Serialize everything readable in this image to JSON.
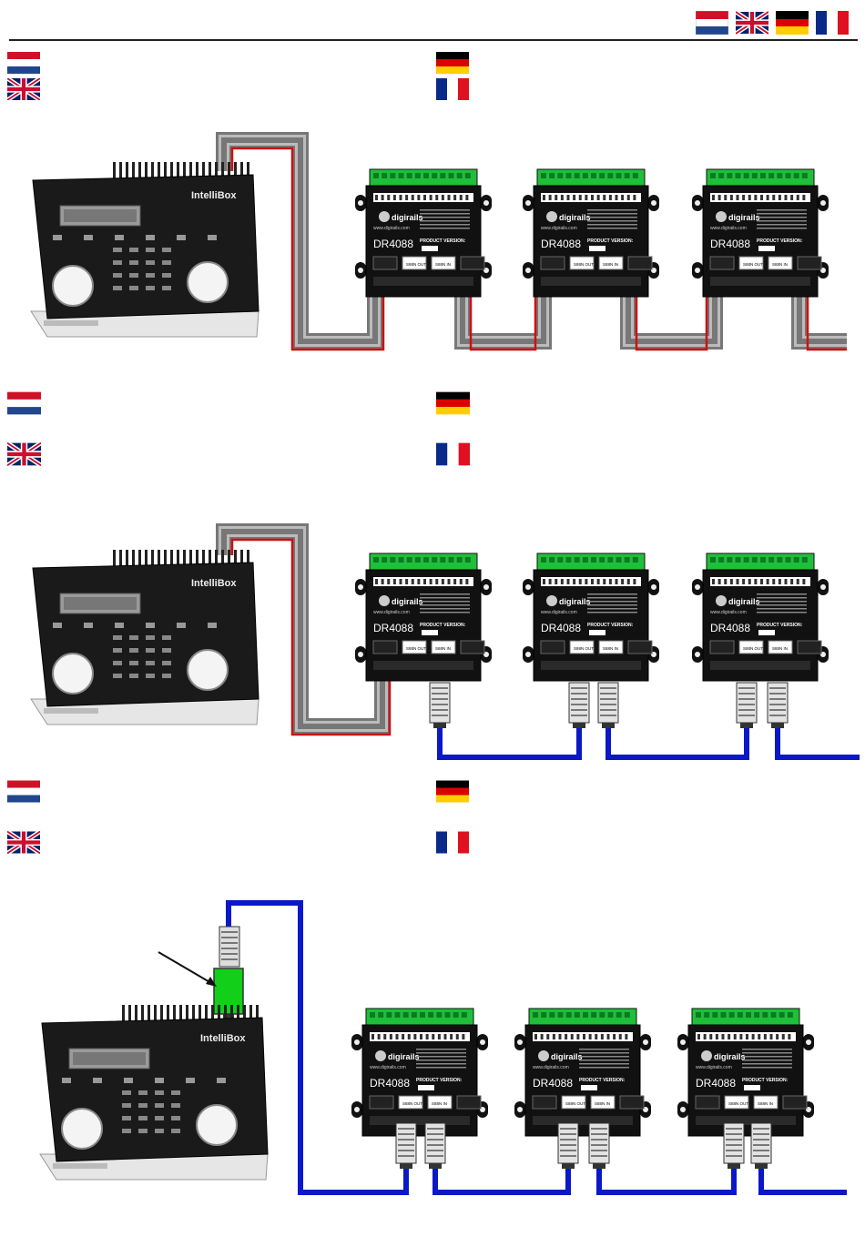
{
  "header": {
    "languages": [
      {
        "code": "nl",
        "icon": "dutch-flag-icon"
      },
      {
        "code": "en",
        "icon": "british-flag-icon"
      },
      {
        "code": "de",
        "icon": "german-flag-icon"
      },
      {
        "code": "fr",
        "icon": "french-flag-icon"
      }
    ]
  },
  "colors": {
    "flag_red": "#ce1126",
    "flag_blue": "#21468b",
    "uk_blue": "#012169",
    "de_gold": "#ffce00",
    "fr_blue": "#0a2a8a",
    "cable_blue": "#0b18c8",
    "flat_cable_grey": "#8a8a8a",
    "flat_cable_red": "#cc1111",
    "module_terminal_green": "#1fbf3a",
    "adapter_green": "#12d01a",
    "module_body": "#111111"
  },
  "controller": {
    "brand_text": "IntelliBox"
  },
  "module": {
    "brand_text": "digirails",
    "model_text": "DR4088",
    "version_label": "PRODUCT VERSION:",
    "url_text": "www.digirails.com",
    "port_labels": [
      "S88N OUT",
      "S88N IN"
    ]
  },
  "sections": [
    {
      "id": "flat-cable",
      "connection": "flat-ribbon",
      "module_count": 3
    },
    {
      "id": "rj45",
      "connection": "rj45-blue",
      "module_count": 3
    },
    {
      "id": "rj45-adapter",
      "connection": "rj45-blue-with-adapter",
      "module_count": 3
    }
  ]
}
